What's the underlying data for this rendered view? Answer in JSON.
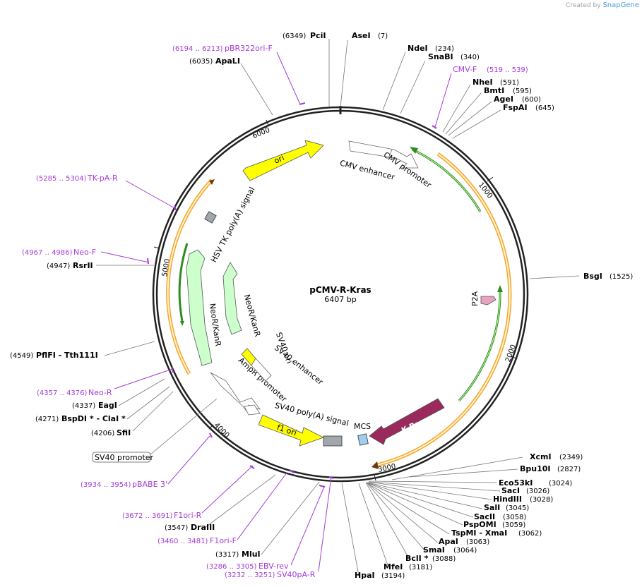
{
  "credit": {
    "prefix": "Created by",
    "brand": "SnapGene"
  },
  "plasmid": {
    "name": "pCMV-R-Kras",
    "length": "6407 bp",
    "total_bp": 6407
  },
  "ticks": [
    "1000",
    "2000",
    "3000",
    "4000",
    "5000",
    "6000"
  ],
  "enzymes": [
    {
      "name": "PciI",
      "pos": "(6349)"
    },
    {
      "name": "AseI",
      "pos": "(7)"
    },
    {
      "name": "NdeI",
      "pos": "(234)"
    },
    {
      "name": "SnaBI",
      "pos": "(340)"
    },
    {
      "name": "NheI",
      "pos": "(591)"
    },
    {
      "name": "BmtI",
      "pos": "(595)"
    },
    {
      "name": "AgeI",
      "pos": "(600)"
    },
    {
      "name": "FspAI",
      "pos": "(645)"
    },
    {
      "name": "ApaLI",
      "pos": "(6035)"
    },
    {
      "name": "BsgI",
      "pos": "(1525)"
    },
    {
      "name": "RsrII",
      "pos": "(4947)"
    },
    {
      "name": "PflFI - Tth111I",
      "pos": "(4549)"
    },
    {
      "name": "EagI",
      "pos": "(4337)"
    },
    {
      "name": "BspDI * - ClaI *",
      "pos": "(4271)"
    },
    {
      "name": "SfiI",
      "pos": "(4206)"
    },
    {
      "name": "XcmI",
      "pos": "(2349)"
    },
    {
      "name": "Bpu10I",
      "pos": "(2827)"
    },
    {
      "name": "Eco53kI",
      "pos": "(3024)"
    },
    {
      "name": "SacI",
      "pos": "(3026)"
    },
    {
      "name": "HindIII",
      "pos": "(3028)"
    },
    {
      "name": "SalI",
      "pos": "(3045)"
    },
    {
      "name": "SacII",
      "pos": "(3058)"
    },
    {
      "name": "PspOMI",
      "pos": "(3059)"
    },
    {
      "name": "TspMI - XmaI",
      "pos": "(3062)"
    },
    {
      "name": "ApaI",
      "pos": "(3063)"
    },
    {
      "name": "SmaI",
      "pos": "(3064)"
    },
    {
      "name": "BclI *",
      "pos": "(3088)"
    },
    {
      "name": "MfeI",
      "pos": "(3181)"
    },
    {
      "name": "HpaI",
      "pos": "(3194)"
    },
    {
      "name": "DraIII",
      "pos": "(3547)"
    },
    {
      "name": "MluI",
      "pos": "(3317)"
    }
  ],
  "primers": [
    {
      "name": "pBR322ori-F",
      "range": "(6194 .. 6213)"
    },
    {
      "name": "CMV-F",
      "range": "(519 .. 539)"
    },
    {
      "name": "TK-pA-R",
      "range": "(5285 .. 5304)"
    },
    {
      "name": "Neo-F",
      "range": "(4967 .. 4986)"
    },
    {
      "name": "Neo-R",
      "range": "(4357 .. 4376)"
    },
    {
      "name": "pBABE 3'",
      "range": "(3934 .. 3954)"
    },
    {
      "name": "F1ori-R",
      "range": "(3672 .. 3691)"
    },
    {
      "name": "F1ori-F",
      "range": "(3460 .. 3481)"
    },
    {
      "name": "EBV-rev",
      "range": "(3286 .. 3305)"
    },
    {
      "name": "SV40pA-R",
      "range": "(3232 .. 3251)"
    }
  ],
  "features": {
    "ori": "ori",
    "cmv_enhancer": "CMV enhancer",
    "cmv_promoter": "CMV promoter",
    "p2a": "P2A",
    "kras": "K-Ras",
    "mcs": "MCS",
    "sv40_polya": "SV40 poly(A) signal",
    "f1_ori": "f1 ori",
    "ampr_promoter": "AmpR promoter",
    "sv40_ori": "SV40 ori",
    "sv40_enhancer": "SV40 enhancer",
    "neor_inner": "NeoR/KanR",
    "neor_outer": "NeoR/KanR",
    "hsv_polya": "HSV TK poly(A) signal",
    "sv40_promoter": "SV40 promoter"
  },
  "colors": {
    "backbone": "#222222",
    "primer": "#a43bd6",
    "ori": "#ffff00",
    "kras": "#9b2a5c",
    "neor": "#ccffcc",
    "p2a": "#e7a4c0",
    "mcs": "#9fcdf0",
    "polya": "#a2a7ad",
    "orange_track": "#f6a623",
    "green_track": "#2e8b1d"
  }
}
